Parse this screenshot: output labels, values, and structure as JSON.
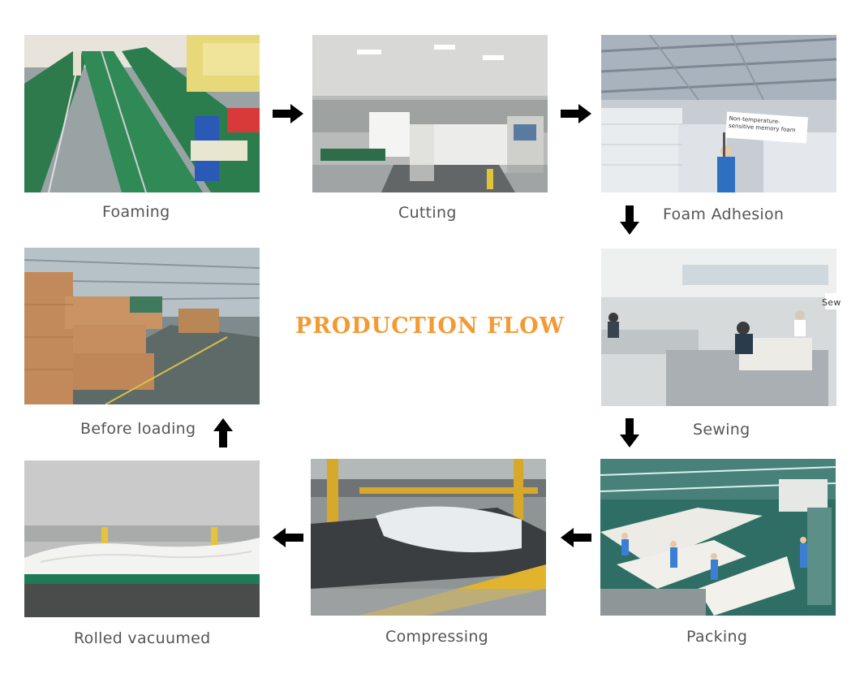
{
  "title": "PRODUCTION FLOW",
  "steps": [
    {
      "label": "Foaming"
    },
    {
      "label": "Cutting"
    },
    {
      "label": "Foam Adhesion",
      "sign_text": "Non-temperature-sensitive memory foam"
    },
    {
      "label": "Sewing",
      "sign_text": "Sew"
    },
    {
      "label": "Packing"
    },
    {
      "label": "Compressing"
    },
    {
      "label": "Rolled vacuumed"
    },
    {
      "label": "Before loading"
    }
  ],
  "colors": {
    "title": "#f39a34",
    "label": "#555555",
    "arrow": "#000000"
  }
}
